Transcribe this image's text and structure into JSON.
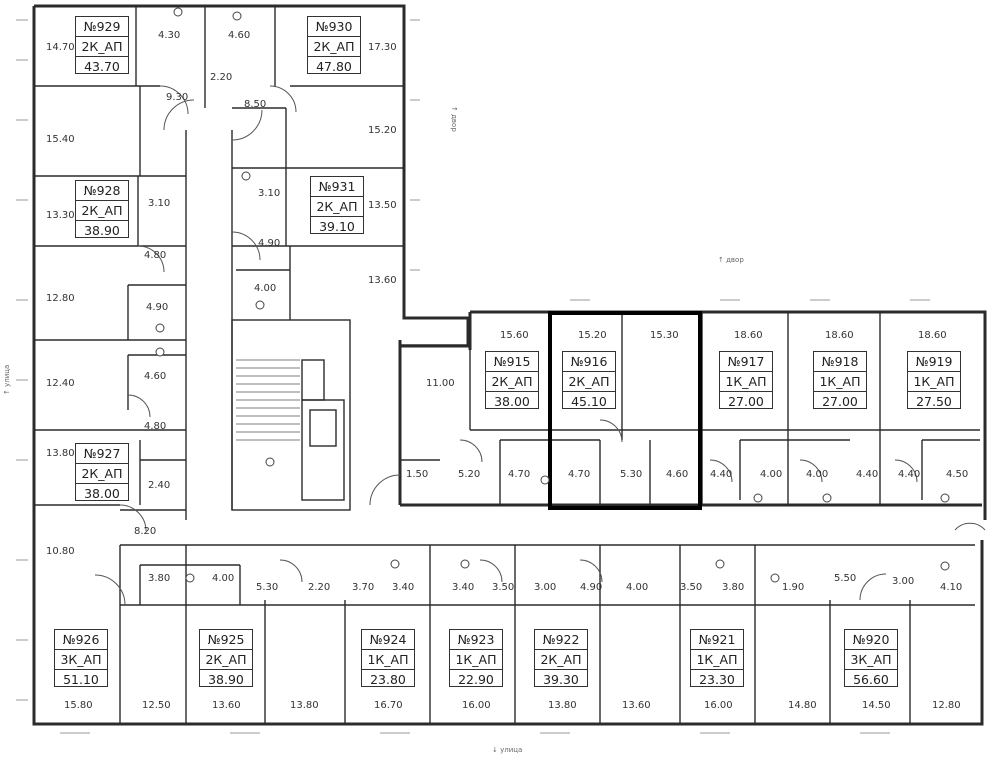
{
  "apartments": [
    {
      "number": "№929",
      "type": "2К_АП",
      "area": "43.70"
    },
    {
      "number": "№930",
      "type": "2К_АП",
      "area": "47.80"
    },
    {
      "number": "№928",
      "type": "2К_АП",
      "area": "38.90"
    },
    {
      "number": "№931",
      "type": "2К_АП",
      "area": "39.10"
    },
    {
      "number": "№927",
      "type": "2К_АП",
      "area": "38.00"
    },
    {
      "number": "№915",
      "type": "2К_АП",
      "area": "38.00"
    },
    {
      "number": "№916",
      "type": "2К_АП",
      "area": "45.10"
    },
    {
      "number": "№917",
      "type": "1К_АП",
      "area": "27.00"
    },
    {
      "number": "№918",
      "type": "1К_АП",
      "area": "27.00"
    },
    {
      "number": "№919",
      "type": "1К_АП",
      "area": "27.50"
    },
    {
      "number": "№926",
      "type": "3К_АП",
      "area": "51.10"
    },
    {
      "number": "№925",
      "type": "2К_АП",
      "area": "38.90"
    },
    {
      "number": "№924",
      "type": "1К_АП",
      "area": "23.80"
    },
    {
      "number": "№923",
      "type": "1К_АП",
      "area": "22.90"
    },
    {
      "number": "№922",
      "type": "2К_АП",
      "area": "39.30"
    },
    {
      "number": "№921",
      "type": "1К_АП",
      "area": "23.30"
    },
    {
      "number": "№920",
      "type": "3К_АП",
      "area": "56.60"
    }
  ],
  "room_areas": [
    "14.70",
    "4.30",
    "4.60",
    "17.30",
    "9.30",
    "2.20",
    "8.50",
    "15.40",
    "15.20",
    "3.10",
    "13.30",
    "3.10",
    "13.50",
    "4.90",
    "4.80",
    "12.80",
    "4.90",
    "4.00",
    "13.60",
    "4.60",
    "12.40",
    "11.00",
    "15.60",
    "15.20",
    "15.30",
    "18.60",
    "18.60",
    "18.60",
    "4.80",
    "13.80",
    "2.40",
    "1.50",
    "5.20",
    "4.70",
    "4.70",
    "5.30",
    "4.60",
    "4.40",
    "4.00",
    "4.00",
    "4.40",
    "4.40",
    "4.50",
    "8.20",
    "10.80",
    "3.80",
    "4.00",
    "5.30",
    "2.20",
    "3.70",
    "3.40",
    "3.40",
    "3.50",
    "3.00",
    "4.90",
    "4.00",
    "3.50",
    "3.80",
    "1.90",
    "5.50",
    "3.00",
    "4.10",
    "15.80",
    "12.50",
    "13.60",
    "13.80",
    "16.70",
    "16.00",
    "13.80",
    "13.60",
    "16.00",
    "14.80",
    "14.50",
    "12.80"
  ],
  "street_labels": {
    "street_left": "↑ улица",
    "street_bottom": "↓ улица",
    "yard_right": "↑ двор",
    "yard_top": "↑ двор"
  }
}
